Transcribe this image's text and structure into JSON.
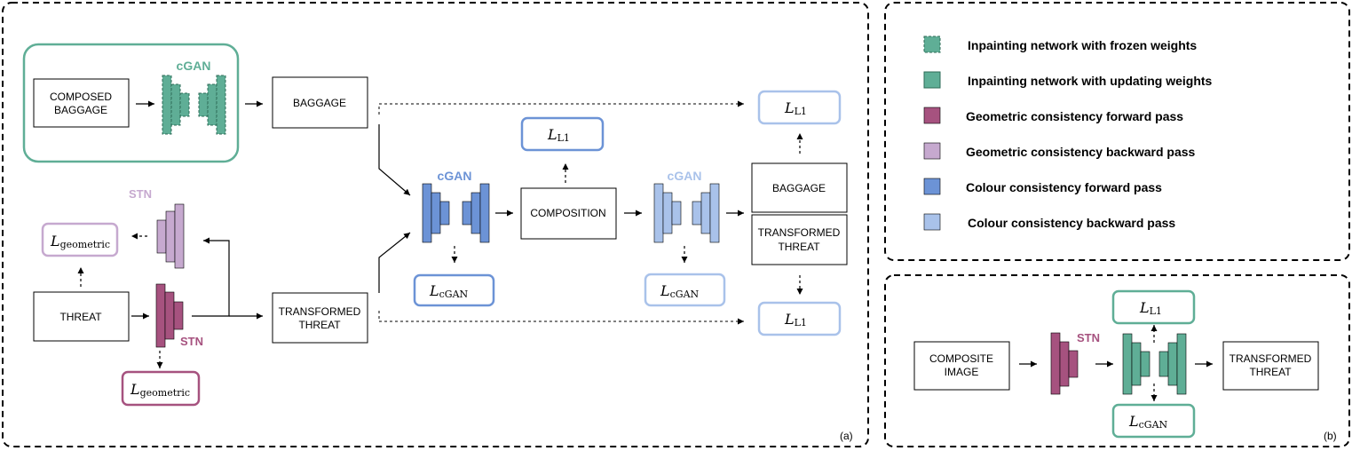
{
  "colors": {
    "frozen": "#5fae96",
    "updating": "#5fae96",
    "geo_fwd": "#a6527f",
    "geo_bwd": "#c6a9cf",
    "col_fwd": "#6c93d6",
    "col_bwd": "#a9c2ea"
  },
  "panel_a": {
    "tag": "(a)",
    "boxes": {
      "composed_baggage": [
        "COMPOSED",
        "BAGGAGE"
      ],
      "baggage_top": "BAGGAGE",
      "threat": "THREAT",
      "transformed_threat": [
        "TRANSFORMED",
        "THREAT"
      ],
      "composition": "COMPOSITION",
      "baggage_out": "BAGGAGE",
      "transformed_threat_out": [
        "TRANSFORMED",
        "THREAT"
      ]
    },
    "labels": {
      "cgan_inpaint": "cGAN",
      "cgan_fwd": "cGAN",
      "cgan_bwd": "cGAN",
      "stn_bwd": "STN",
      "stn_fwd": "STN"
    },
    "losses": {
      "l_symbol": "L",
      "geometric": "geometric",
      "l1": "L1",
      "cgan": "cGAN"
    }
  },
  "legend": {
    "items": [
      {
        "label": "Inpainting network with frozen weights",
        "color": "#5fae96",
        "frozen": true
      },
      {
        "label": "Inpainting network with updating weights",
        "color": "#5fae96",
        "frozen": false
      },
      {
        "label": "Geometric consistency forward pass",
        "color": "#a6527f",
        "frozen": false
      },
      {
        "label": "Geometric consistency backward pass",
        "color": "#c6a9cf",
        "frozen": false
      },
      {
        "label": "Colour consistency forward pass",
        "color": "#6c93d6",
        "frozen": false
      },
      {
        "label": "Colour consistency backward pass",
        "color": "#a9c2ea",
        "frozen": false
      }
    ]
  },
  "panel_b": {
    "tag": "(b)",
    "boxes": {
      "composite_image": [
        "COMPOSITE",
        "IMAGE"
      ],
      "transformed_threat": [
        "TRANSFORMED",
        "THREAT"
      ]
    },
    "labels": {
      "stn": "STN"
    },
    "losses": {
      "l_symbol": "L",
      "l1": "L1",
      "cgan": "cGAN"
    }
  }
}
